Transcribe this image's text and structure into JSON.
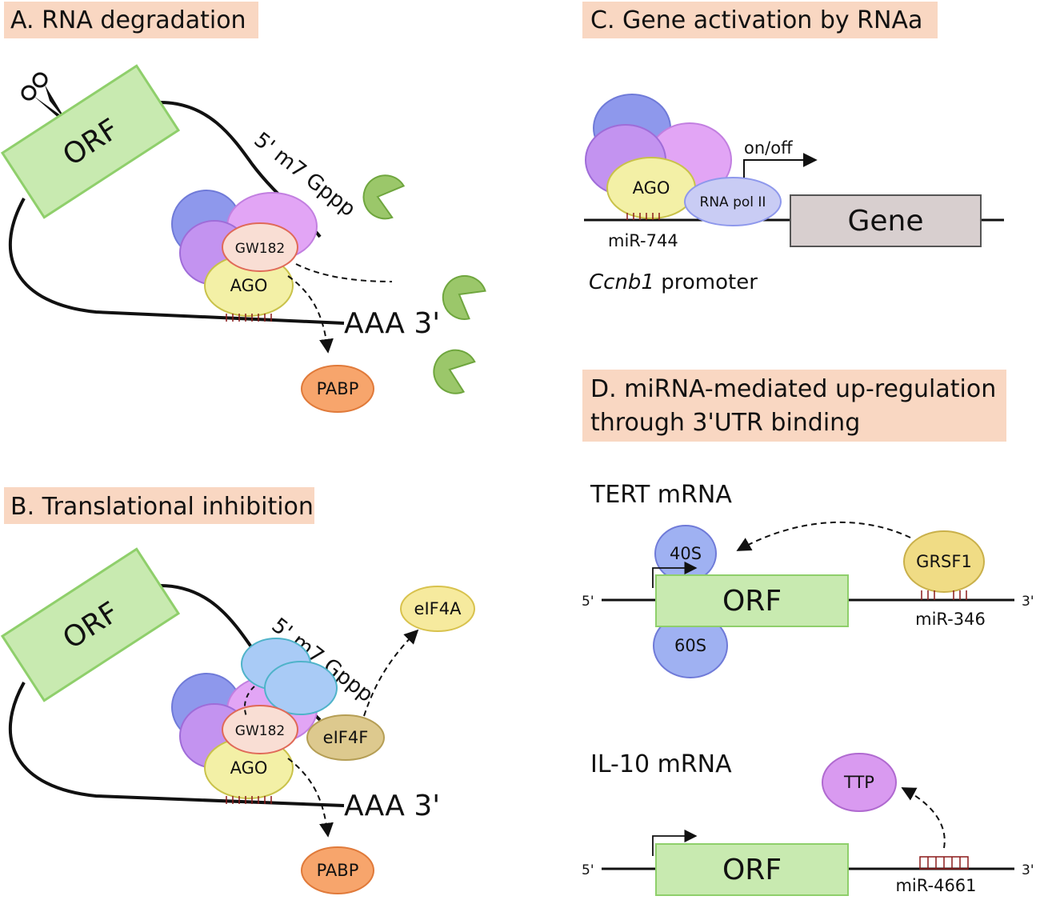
{
  "panels": {
    "a": {
      "title": "A. RNA degradation",
      "orf": "ORF",
      "cap": "5' m7 Gppp",
      "gw182": "GW182",
      "ago": "AGO",
      "polya": "AAA 3'",
      "pabp": "PABP",
      "scissors_icon": "scissors-icon"
    },
    "b": {
      "title": "B. Translational inhibition",
      "orf": "ORF",
      "cap": "5' m7 Gppp",
      "gw182": "GW182",
      "ago": "AGO",
      "eif4f": "eIF4F",
      "eif4a": "eIF4A",
      "polya": "AAA 3'",
      "pabp": "PABP"
    },
    "c": {
      "title": "C. Gene activation by RNAa",
      "ago": "AGO",
      "rnapol": "RNA pol II",
      "onoff": "on/off",
      "gene": "Gene",
      "mirna": "miR-744",
      "promoter_italic": "Ccnb1",
      "promoter_rest": " promoter"
    },
    "d": {
      "title_line1": "D. miRNA-mediated up-regulation",
      "title_line2": "through 3'UTR binding",
      "tert": {
        "label": "TERT mRNA",
        "s40": "40S",
        "s60": "60S",
        "orf": "ORF",
        "grsf1": "GRSF1",
        "mirna": "miR-346",
        "five": "5'",
        "three": "3'"
      },
      "il10": {
        "label": "IL-10 mRNA",
        "ttp": "TTP",
        "orf": "ORF",
        "mirna": "miR-4661",
        "five": "5'",
        "three": "3'"
      }
    }
  },
  "colors": {
    "title_bg": "#f9d7c2",
    "orf_fill": "#c8eab0",
    "orf_stroke": "#8fcf6b",
    "ago_fill": "#f3f0a6",
    "gw182_fill": "#f9ded4",
    "gw182_stroke": "#e06a58",
    "pabp_fill": "#f7a56c",
    "blue_protein": "#8e98ec",
    "purple_protein": "#c393f0",
    "pink_protein": "#e2a5f5",
    "ribosome": "#9fb1f2",
    "eif4f_fill": "#ddc98e",
    "eif4a_fill": "#f6ea9e",
    "light_blue": "#a9cbf6",
    "gene_box": "#d8cfcf",
    "pacman": "#9bc76a",
    "mirna_ticks": "#8b1a1a"
  }
}
